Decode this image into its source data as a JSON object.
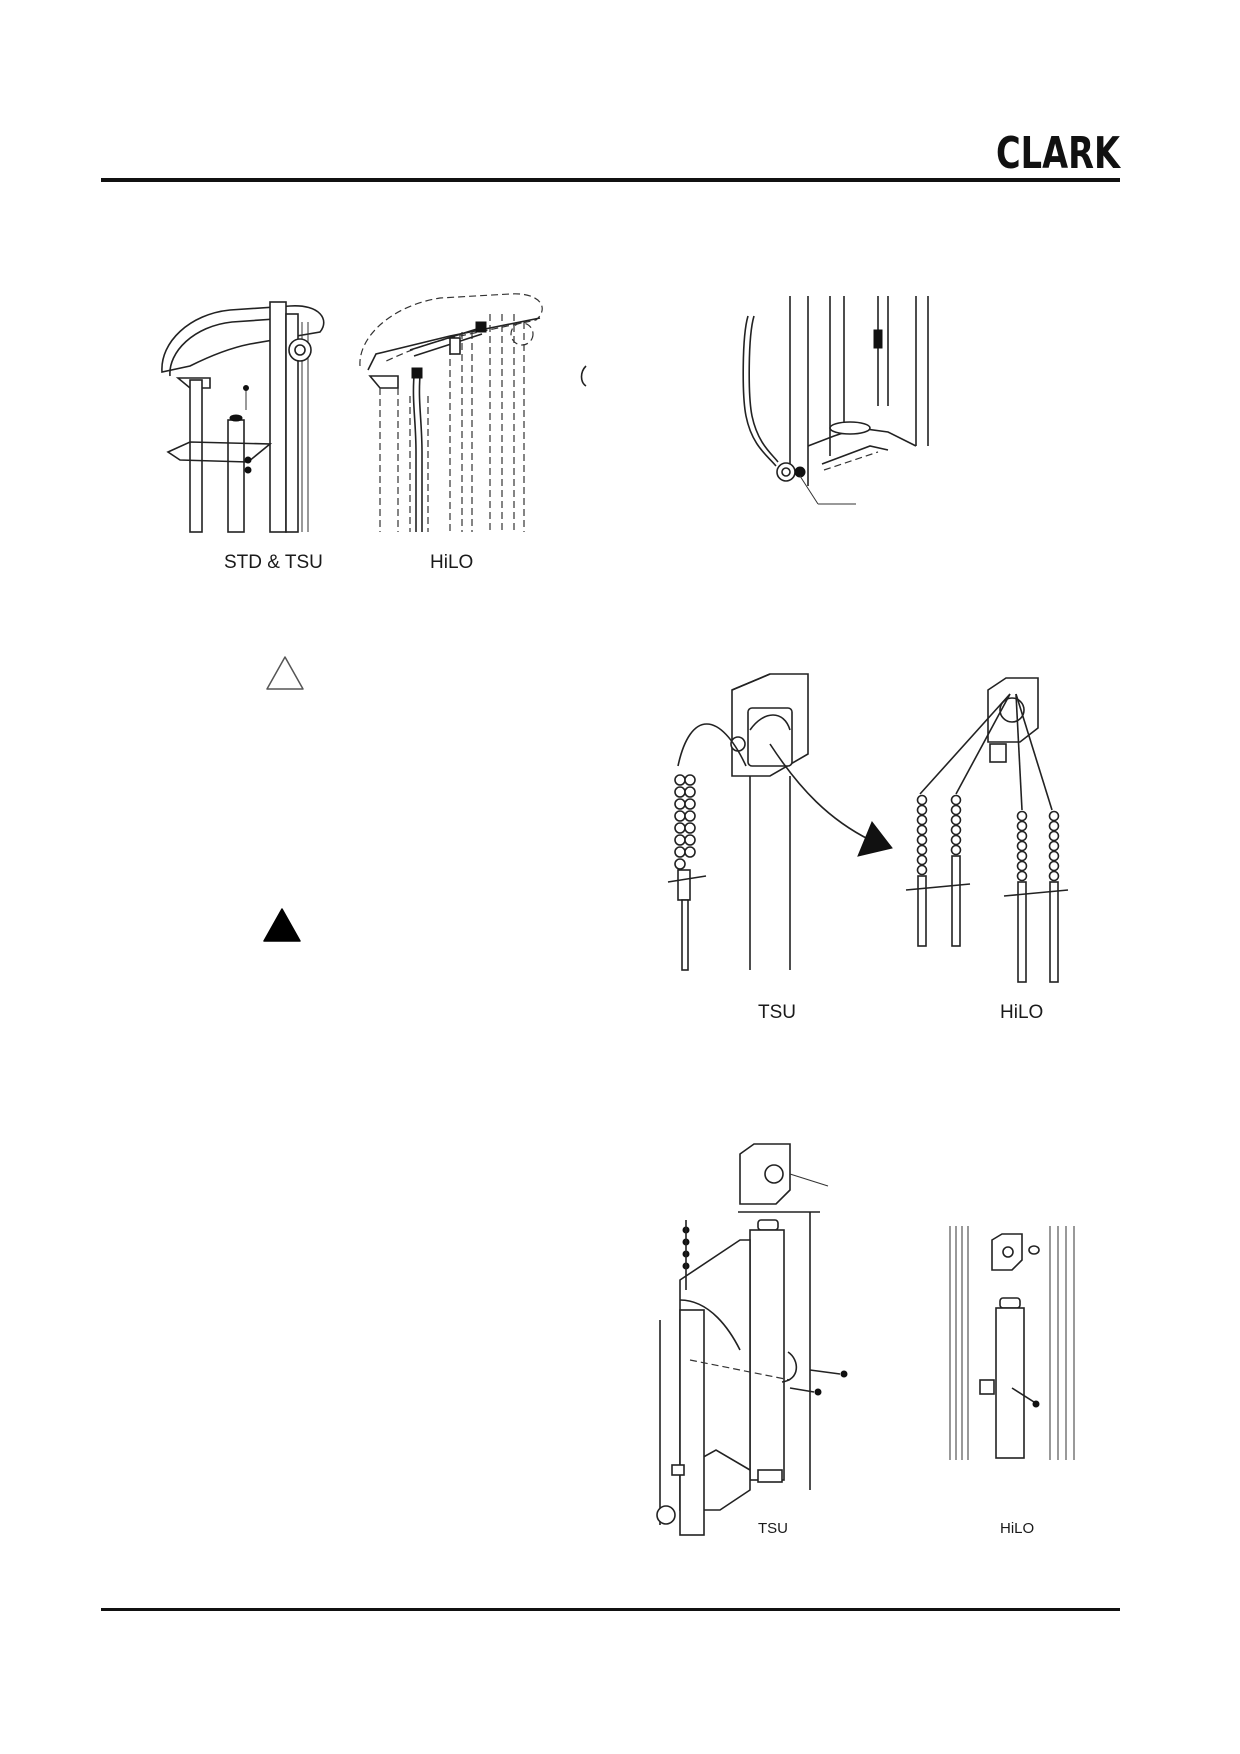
{
  "header": {
    "brand": "CLARK"
  },
  "figures": {
    "fig1": {
      "caption_left": "STD & TSU",
      "caption_right": "HiLO"
    },
    "fig3": {
      "caption_left": "TSU",
      "caption_right": "HiLO"
    },
    "fig4": {
      "caption_left": "TSU",
      "caption_right": "HiLO"
    }
  },
  "symbols": {
    "caution": "caution-triangle-outline",
    "warning": "warning-triangle-filled"
  }
}
